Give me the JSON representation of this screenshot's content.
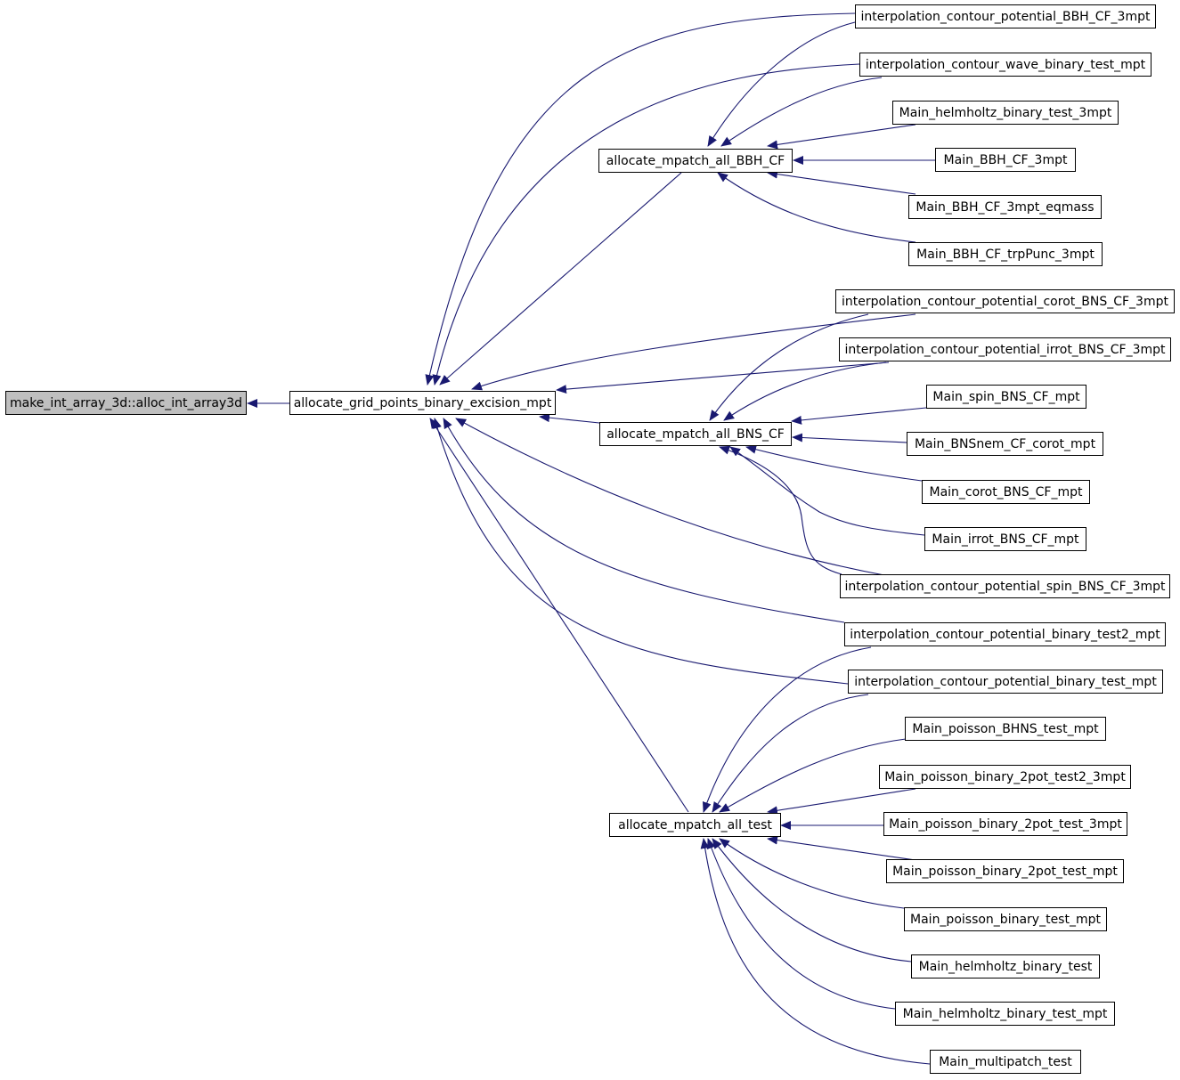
{
  "colors": {
    "edge": "#191970",
    "root_fill": "#bfbfbf",
    "node_fill": "#ffffff",
    "border": "#000000"
  },
  "nodes": {
    "root": "make_int_array_3d::alloc_int_array3d",
    "grid": "allocate_grid_points_binary_excision_mpt",
    "bbh": "allocate_mpatch_all_BBH_CF",
    "bns": "allocate_mpatch_all_BNS_CF",
    "test": "allocate_mpatch_all_test",
    "i_bbh": "interpolation_contour_potential_BBH_CF_3mpt",
    "i_wave": "interpolation_contour_wave_binary_test_mpt",
    "m_helm3": "Main_helmholtz_binary_test_3mpt",
    "m_bbh3": "Main_BBH_CF_3mpt",
    "m_bbh_eq": "Main_BBH_CF_3mpt_eqmass",
    "m_bbh_trp": "Main_BBH_CF_trpPunc_3mpt",
    "i_corot": "interpolation_contour_potential_corot_BNS_CF_3mpt",
    "i_irrot": "interpolation_contour_potential_irrot_BNS_CF_3mpt",
    "m_spin": "Main_spin_BNS_CF_mpt",
    "m_bnsnem": "Main_BNSnem_CF_corot_mpt",
    "m_corot": "Main_corot_BNS_CF_mpt",
    "m_irrot": "Main_irrot_BNS_CF_mpt",
    "i_spin": "interpolation_contour_potential_spin_BNS_CF_3mpt",
    "i_test2": "interpolation_contour_potential_binary_test2_mpt",
    "i_test": "interpolation_contour_potential_binary_test_mpt",
    "m_pbhns": "Main_poisson_BHNS_test_mpt",
    "m_p2t2": "Main_poisson_binary_2pot_test2_3mpt",
    "m_p2t3": "Main_poisson_binary_2pot_test_3mpt",
    "m_p2t": "Main_poisson_binary_2pot_test_mpt",
    "m_pbt": "Main_poisson_binary_test_mpt",
    "m_helm": "Main_helmholtz_binary_test",
    "m_helmmpt": "Main_helmholtz_binary_test_mpt",
    "m_multi": "Main_multipatch_test"
  }
}
